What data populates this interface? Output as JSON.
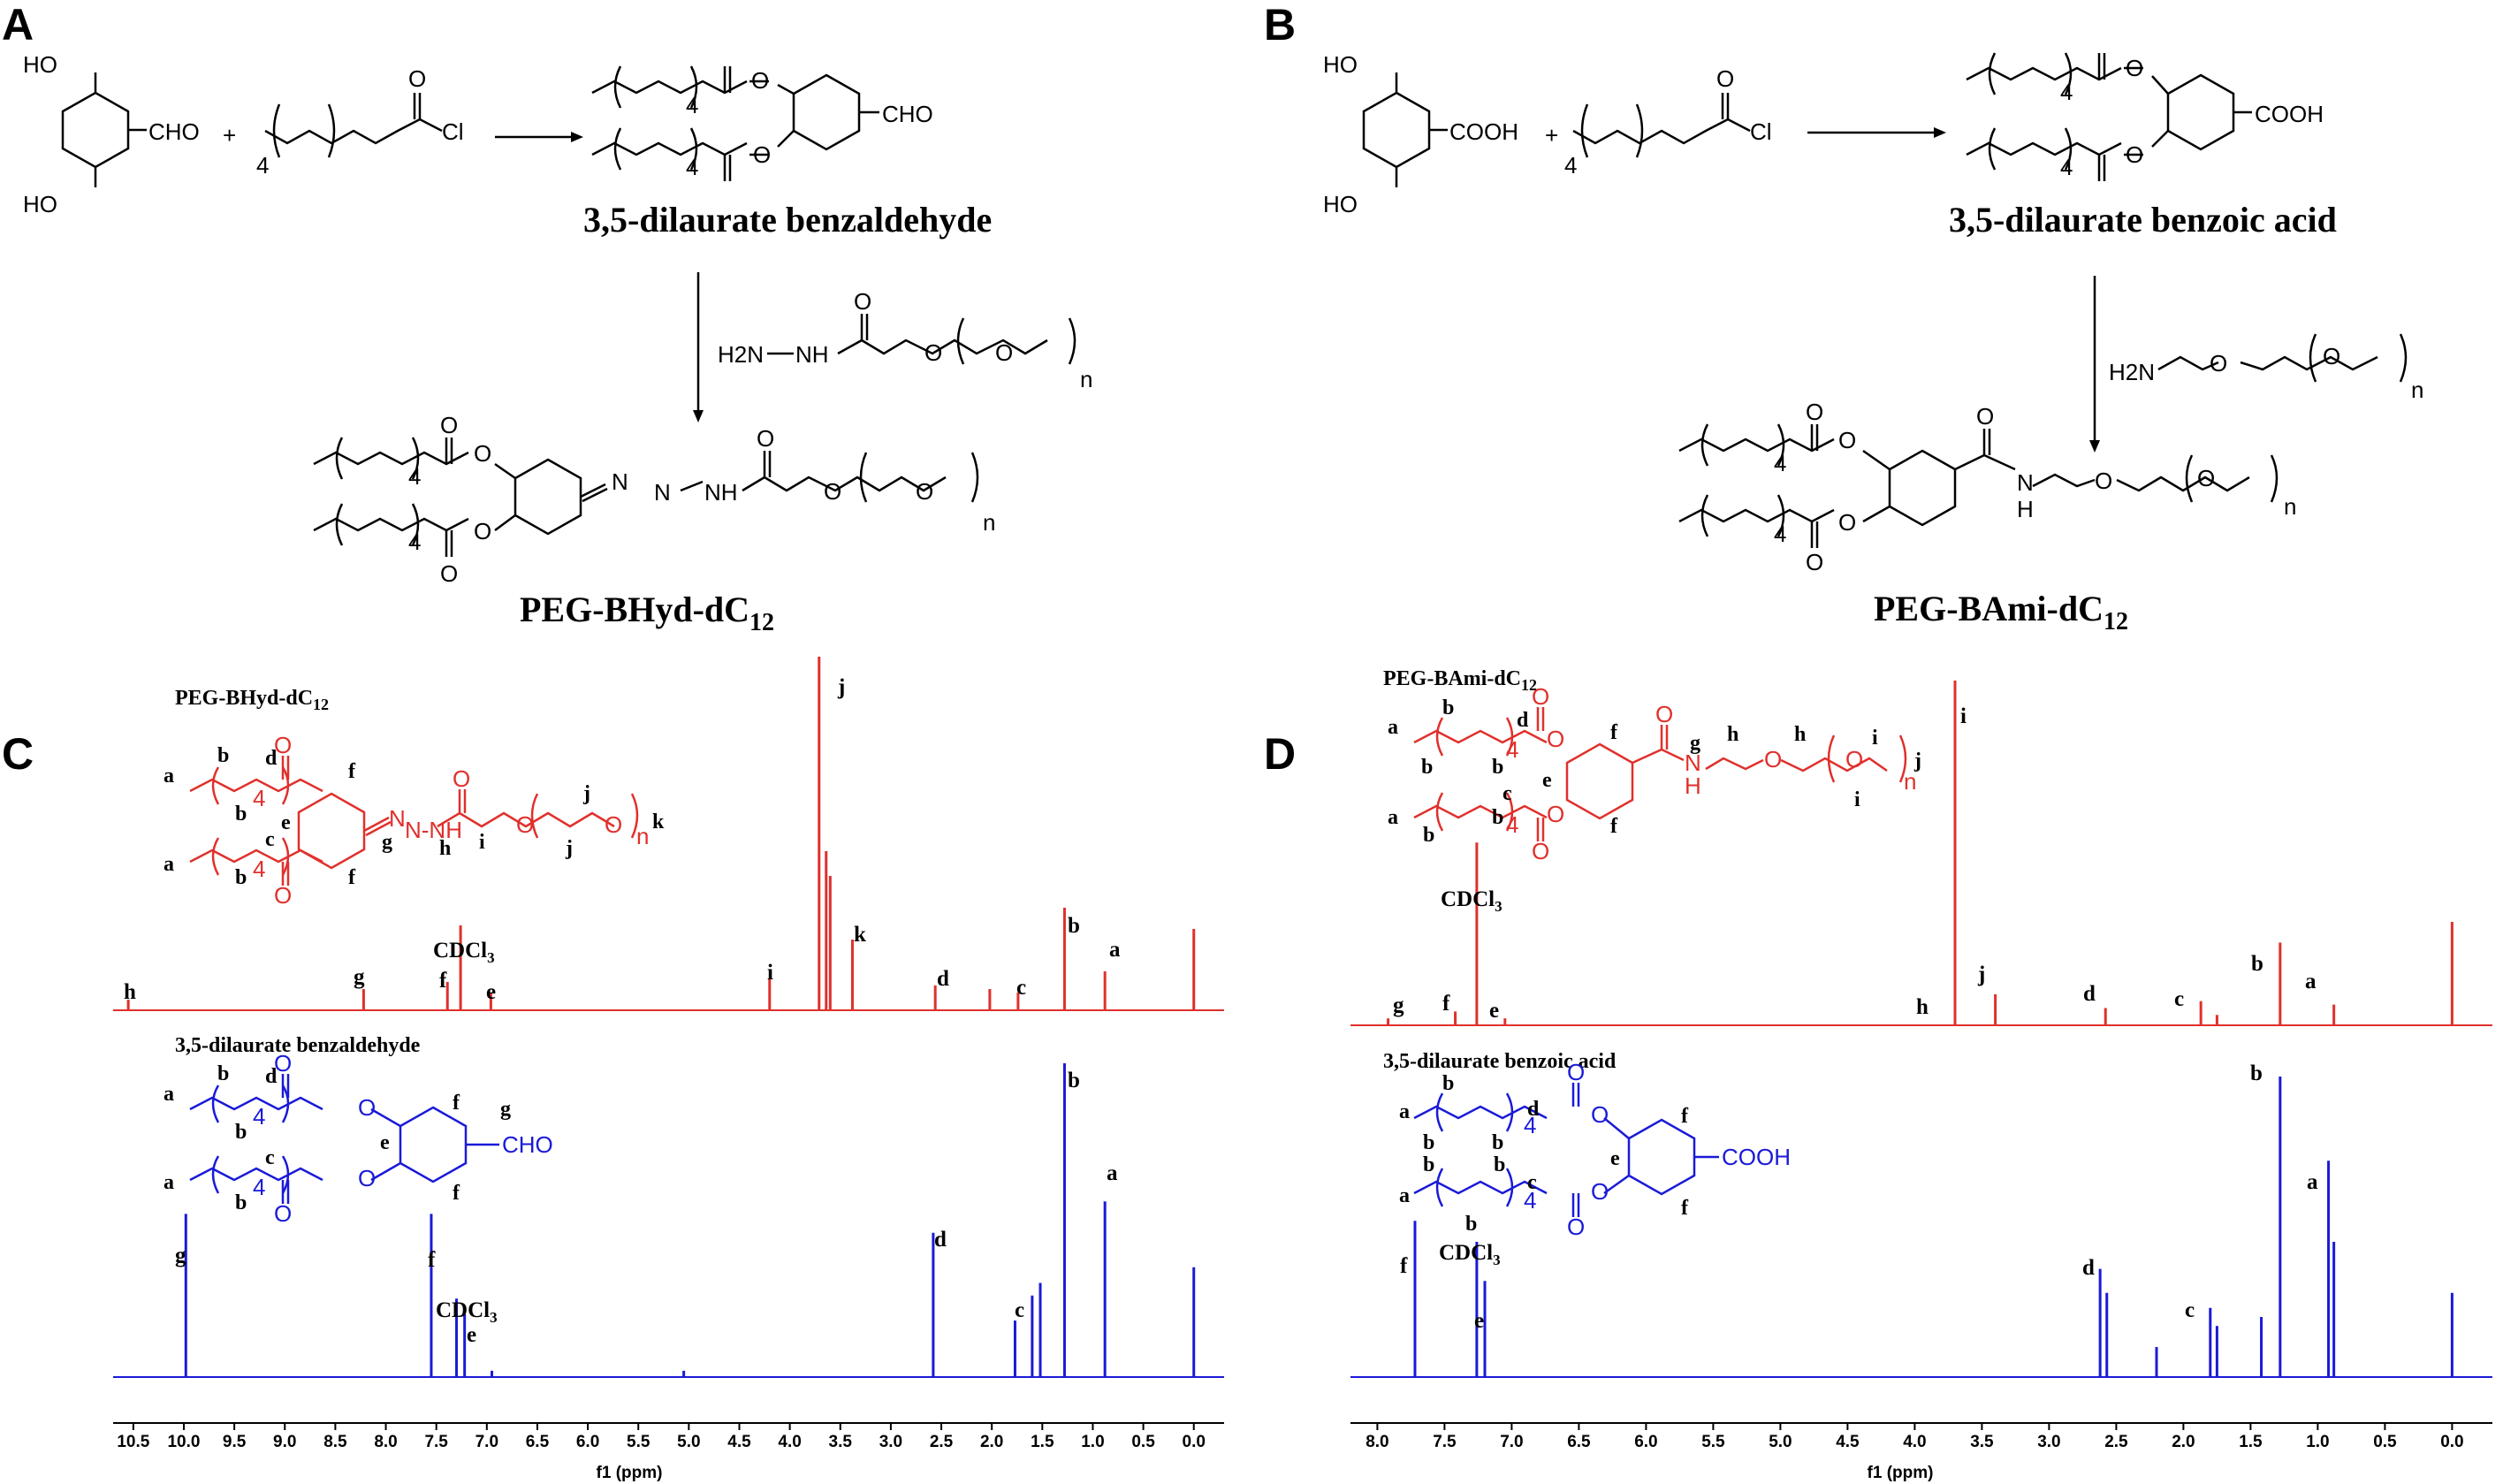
{
  "panels": {
    "A": {
      "letter": "A",
      "reagent1": {
        "ho_top": "HO",
        "ho_bottom": "HO",
        "group": "CHO"
      },
      "reagent2": {
        "subscript": "4",
        "o": "O",
        "cl": "Cl"
      },
      "plus": "+",
      "product1": {
        "group": "CHO",
        "chain_sub": "4",
        "o": "O"
      },
      "product1_name": "3,5-dilaurate benzaldehyde",
      "reagent3": {
        "h2n": "H2N",
        "nh": "NH",
        "o": "O",
        "n": "n"
      },
      "product2": {
        "nh": "NH",
        "n_eq": "N",
        "n": "n"
      },
      "product2_name": "PEG-BHyd-dC",
      "product2_sub": "12"
    },
    "B": {
      "letter": "B",
      "reagent1": {
        "ho_top": "HO",
        "ho_bottom": "HO",
        "group": "COOH"
      },
      "reagent2": {
        "subscript": "4",
        "o": "O",
        "cl": "Cl"
      },
      "plus": "+",
      "product1": {
        "group": "COOH",
        "chain_sub": "4",
        "o": "O"
      },
      "product1_name": "3,5-dilaurate benzoic acid",
      "reagent3": {
        "h2n": "H2N",
        "o": "O",
        "n": "n"
      },
      "product2": {
        "n_atom": "N",
        "h_atom": "H",
        "n": "n"
      },
      "product2_name": "PEG-BAmi-dC",
      "product2_sub": "12"
    },
    "C": {
      "letter": "C",
      "top_label": "PEG-BHyd-dC",
      "top_label_sub": "12",
      "bottom_label": "3,5-dilaurate benzaldehyde",
      "solvent": "CDCl",
      "solvent_sub": "3",
      "axis_title": "f1 (ppm)",
      "ticks": [
        "10.5",
        "10.0",
        "9.5",
        "9.0",
        "8.5",
        "8.0",
        "7.5",
        "7.0",
        "6.5",
        "6.0",
        "5.5",
        "5.0",
        "4.5",
        "4.0",
        "3.5",
        "3.0",
        "2.5",
        "2.0",
        "1.5",
        "1.0",
        "0.5",
        "0.0"
      ],
      "top_letters": {
        "h": "h",
        "g": "g",
        "f": "f",
        "e": "e",
        "i": "i",
        "j": "j",
        "k": "k",
        "d": "d",
        "c": "c",
        "b": "b",
        "a": "a"
      },
      "bottom_letters": {
        "g": "g",
        "f": "f",
        "e": "e",
        "d": "d",
        "c": "c",
        "b": "b",
        "a": "a"
      },
      "struct_top": {
        "a": "a",
        "b": "b",
        "c": "c",
        "d": "d",
        "e": "e",
        "f": "f",
        "g": "g",
        "h": "h",
        "i": "i",
        "j": "j",
        "k": "k",
        "four": "4",
        "n": "n"
      },
      "struct_bottom": {
        "a": "a",
        "b": "b",
        "c": "c",
        "d": "d",
        "e": "e",
        "f": "f",
        "g": "g",
        "four": "4",
        "group": "CHO"
      }
    },
    "D": {
      "letter": "D",
      "top_label": "PEG-BAmi-dC",
      "top_label_sub": "12",
      "bottom_label": "3,5-dilaurate benzoic acid",
      "solvent": "CDCl",
      "solvent_sub": "3",
      "axis_title": "f1 (ppm)",
      "ticks": [
        "8.0",
        "7.5",
        "7.0",
        "6.5",
        "6.0",
        "5.5",
        "5.0",
        "4.5",
        "4.0",
        "3.5",
        "3.0",
        "2.5",
        "2.0",
        "1.5",
        "1.0",
        "0.5",
        "0.0"
      ],
      "top_letters": {
        "g": "g",
        "f": "f",
        "e": "e",
        "h": "h",
        "i": "i",
        "j": "j",
        "d": "d",
        "c": "c",
        "b": "b",
        "a": "a"
      },
      "bottom_letters": {
        "f": "f",
        "e": "e",
        "d": "d",
        "c": "c",
        "b": "b",
        "a": "a"
      },
      "struct_top": {
        "a": "a",
        "b": "b",
        "c": "c",
        "d": "d",
        "e": "e",
        "f": "f",
        "g": "g",
        "h": "h",
        "i": "i",
        "j": "j",
        "four": "4",
        "n": "n"
      },
      "struct_bottom": {
        "a": "a",
        "b": "b",
        "c": "c",
        "d": "d",
        "e": "e",
        "f": "f",
        "four": "4",
        "group": "COOH"
      }
    }
  },
  "colors": {
    "top_spectrum": "#e0302c",
    "bottom_spectrum": "#1a1ad8",
    "axis": "#000000"
  },
  "chart_data": [
    {
      "type": "line",
      "panel": "C",
      "xlabel": "f1 (ppm)",
      "xlim": [
        10.7,
        -0.3
      ],
      "x_reversed": true,
      "grid": false,
      "series": [
        {
          "name": "PEG-BHyd-dC12",
          "peaks_ppm": [
            10.55,
            8.22,
            7.39,
            7.26,
            6.96,
            4.2,
            3.71,
            3.64,
            3.6,
            3.38,
            2.56,
            2.02,
            1.74,
            1.28,
            0.88,
            0.0
          ],
          "relative_heights": [
            0.03,
            0.06,
            0.08,
            0.24,
            0.05,
            0.09,
            1.0,
            0.45,
            0.38,
            0.2,
            0.07,
            0.06,
            0.05,
            0.29,
            0.11,
            0.23
          ]
        },
        {
          "name": "3,5-dilaurate benzaldehyde",
          "peaks_ppm": [
            9.98,
            7.55,
            7.3,
            7.22,
            6.95,
            5.05,
            2.58,
            1.77,
            1.6,
            1.52,
            1.28,
            0.88,
            0.0
          ],
          "relative_heights": [
            0.52,
            0.52,
            0.25,
            0.2,
            0.02,
            0.02,
            0.46,
            0.18,
            0.26,
            0.3,
            1.0,
            0.56,
            0.35
          ]
        }
      ]
    },
    {
      "type": "line",
      "panel": "D",
      "xlabel": "f1 (ppm)",
      "xlim": [
        8.2,
        -0.3
      ],
      "x_reversed": true,
      "grid": false,
      "series": [
        {
          "name": "PEG-BAmi-dC12",
          "peaks_ppm": [
            7.92,
            7.42,
            7.26,
            7.05,
            3.7,
            3.4,
            2.58,
            1.87,
            1.75,
            1.28,
            0.88,
            0.0
          ],
          "relative_heights": [
            0.02,
            0.04,
            0.53,
            0.02,
            1.0,
            0.09,
            0.05,
            0.07,
            0.03,
            0.24,
            0.06,
            0.3
          ]
        },
        {
          "name": "3,5-dilaurate benzoic acid",
          "peaks_ppm": [
            7.72,
            7.26,
            7.2,
            2.62,
            2.57,
            2.2,
            1.8,
            1.75,
            1.42,
            1.28,
            0.92,
            0.88,
            0.0
          ],
          "relative_heights": [
            0.52,
            0.45,
            0.32,
            0.36,
            0.28,
            0.1,
            0.23,
            0.17,
            0.2,
            1.0,
            0.72,
            0.45,
            0.28
          ]
        }
      ]
    }
  ]
}
